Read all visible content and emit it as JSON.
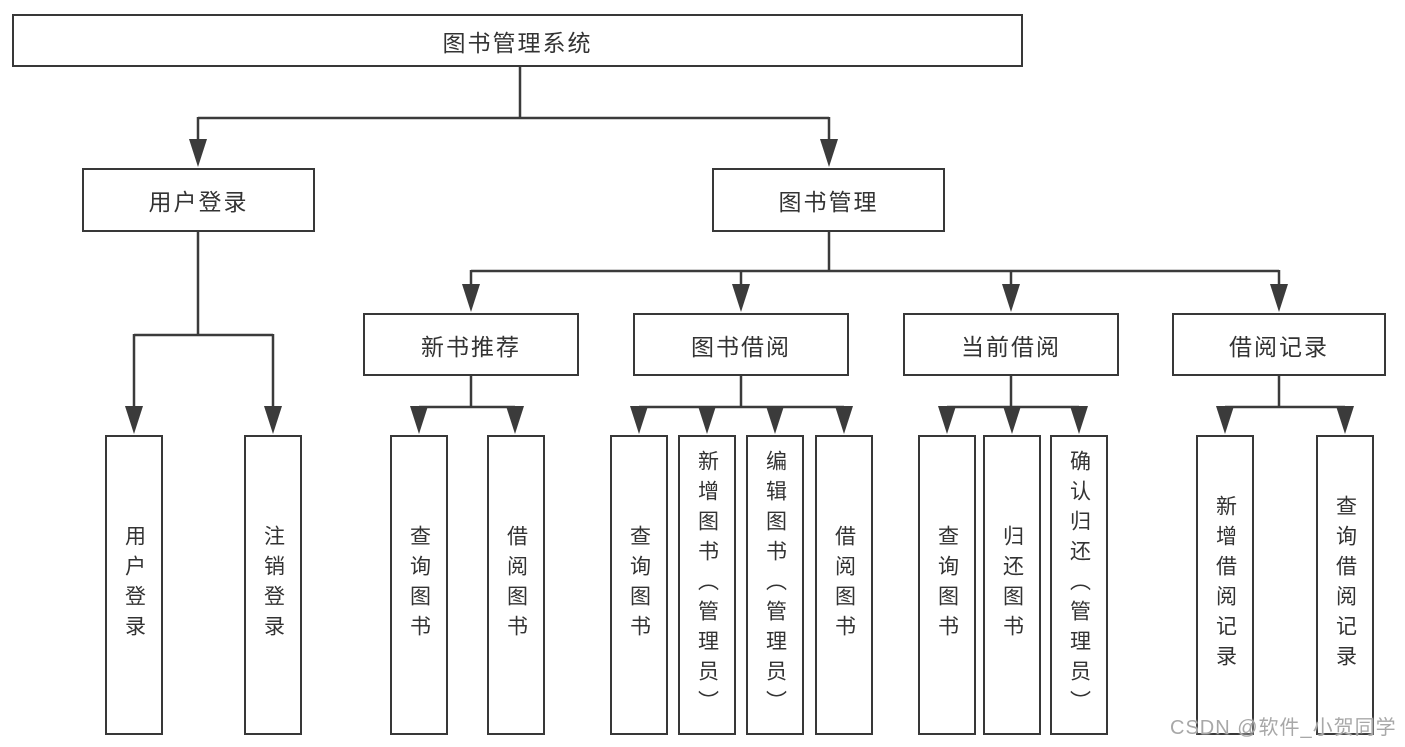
{
  "colors": {
    "line": "#3b3b3b",
    "box_border": "#383838",
    "text": "#333333",
    "watermark": "#a8a8a8",
    "background": "#ffffff"
  },
  "watermark": "CSDN @软件_小贺同学",
  "tree": {
    "label": "图书管理系统",
    "children": [
      {
        "label": "用户登录",
        "children": [
          {
            "label": "用户登录"
          },
          {
            "label": "注销登录"
          }
        ]
      },
      {
        "label": "图书管理",
        "children": [
          {
            "label": "新书推荐",
            "children": [
              {
                "label": "查询图书"
              },
              {
                "label": "借阅图书"
              }
            ]
          },
          {
            "label": "图书借阅",
            "children": [
              {
                "label": "查询图书"
              },
              {
                "label": "新增图书（管理员）"
              },
              {
                "label": "编辑图书（管理员）"
              },
              {
                "label": "借阅图书"
              }
            ]
          },
          {
            "label": "当前借阅",
            "children": [
              {
                "label": "查询图书"
              },
              {
                "label": "归还图书"
              },
              {
                "label": "确认归还（管理员）"
              }
            ]
          },
          {
            "label": "借阅记录",
            "children": [
              {
                "label": "新增借阅记录"
              },
              {
                "label": "查询借阅记录"
              }
            ]
          }
        ]
      }
    ]
  }
}
